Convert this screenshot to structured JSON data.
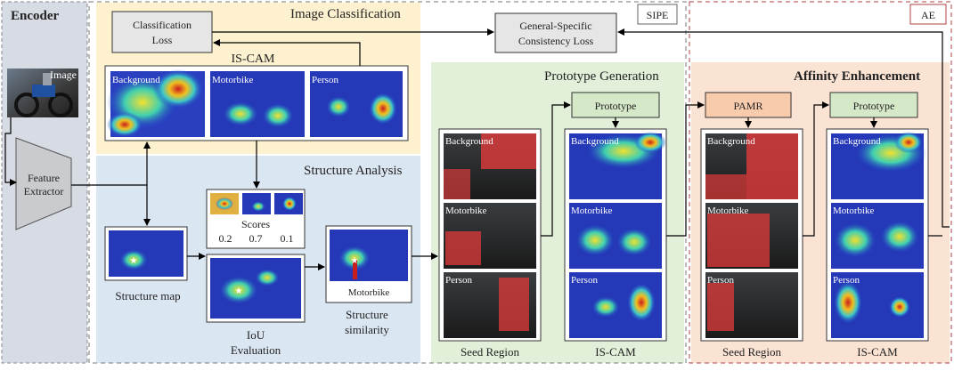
{
  "sections": {
    "encoder": "Encoder",
    "image_classification": "Image Classification",
    "structure_analysis": "Structure Analysis",
    "prototype_generation": "Prototype Generation",
    "affinity_enhancement": "Affinity Enhancement",
    "sipe_tag": "SIPE",
    "ae_tag": "AE"
  },
  "encoder": {
    "image_label": "Image",
    "feature_extractor_line1": "Feature",
    "feature_extractor_line2": "Extractor"
  },
  "losses": {
    "classification_line1": "Classification",
    "classification_line2": "Loss",
    "consistency_line1": "General-Specific",
    "consistency_line2": "Consistency Loss"
  },
  "iscam": {
    "title": "IS-CAM",
    "maps": [
      "Background",
      "Motorbike",
      "Person"
    ]
  },
  "structure": {
    "structure_map": "Structure map",
    "scores_title": "Scores",
    "scores": [
      "0.2",
      "0.7",
      "0.1"
    ],
    "iou_line1": "IoU",
    "iou_line2": "Evaluation",
    "similarity_line1": "Structure",
    "similarity_line2": "similarity",
    "motorbike_label": "Motorbike"
  },
  "prototype_generation": {
    "prototype_label": "Prototype",
    "seed_region_caption": "Seed Region",
    "iscam_caption": "IS-CAM",
    "map_labels": [
      "Background",
      "Motorbike",
      "Person"
    ]
  },
  "affinity_enhancement": {
    "pamr_label": "PAMR",
    "prototype_label": "Prototype",
    "seed_region_caption": "Seed Region",
    "iscam_caption": "IS-CAM",
    "map_labels": [
      "Background",
      "Motorbike",
      "Person"
    ]
  },
  "colors": {
    "encoder_bg": "#d6dbe4",
    "classification_bg": "#fdf1cf",
    "structure_bg": "#dbe6f3",
    "prototype_bg": "#e2f0da",
    "affinity_bg": "#fbe3d4",
    "loss_box": "#e6e6e6",
    "prototype_box": "#d5e8c8",
    "pamr_box": "#f8cbad"
  }
}
